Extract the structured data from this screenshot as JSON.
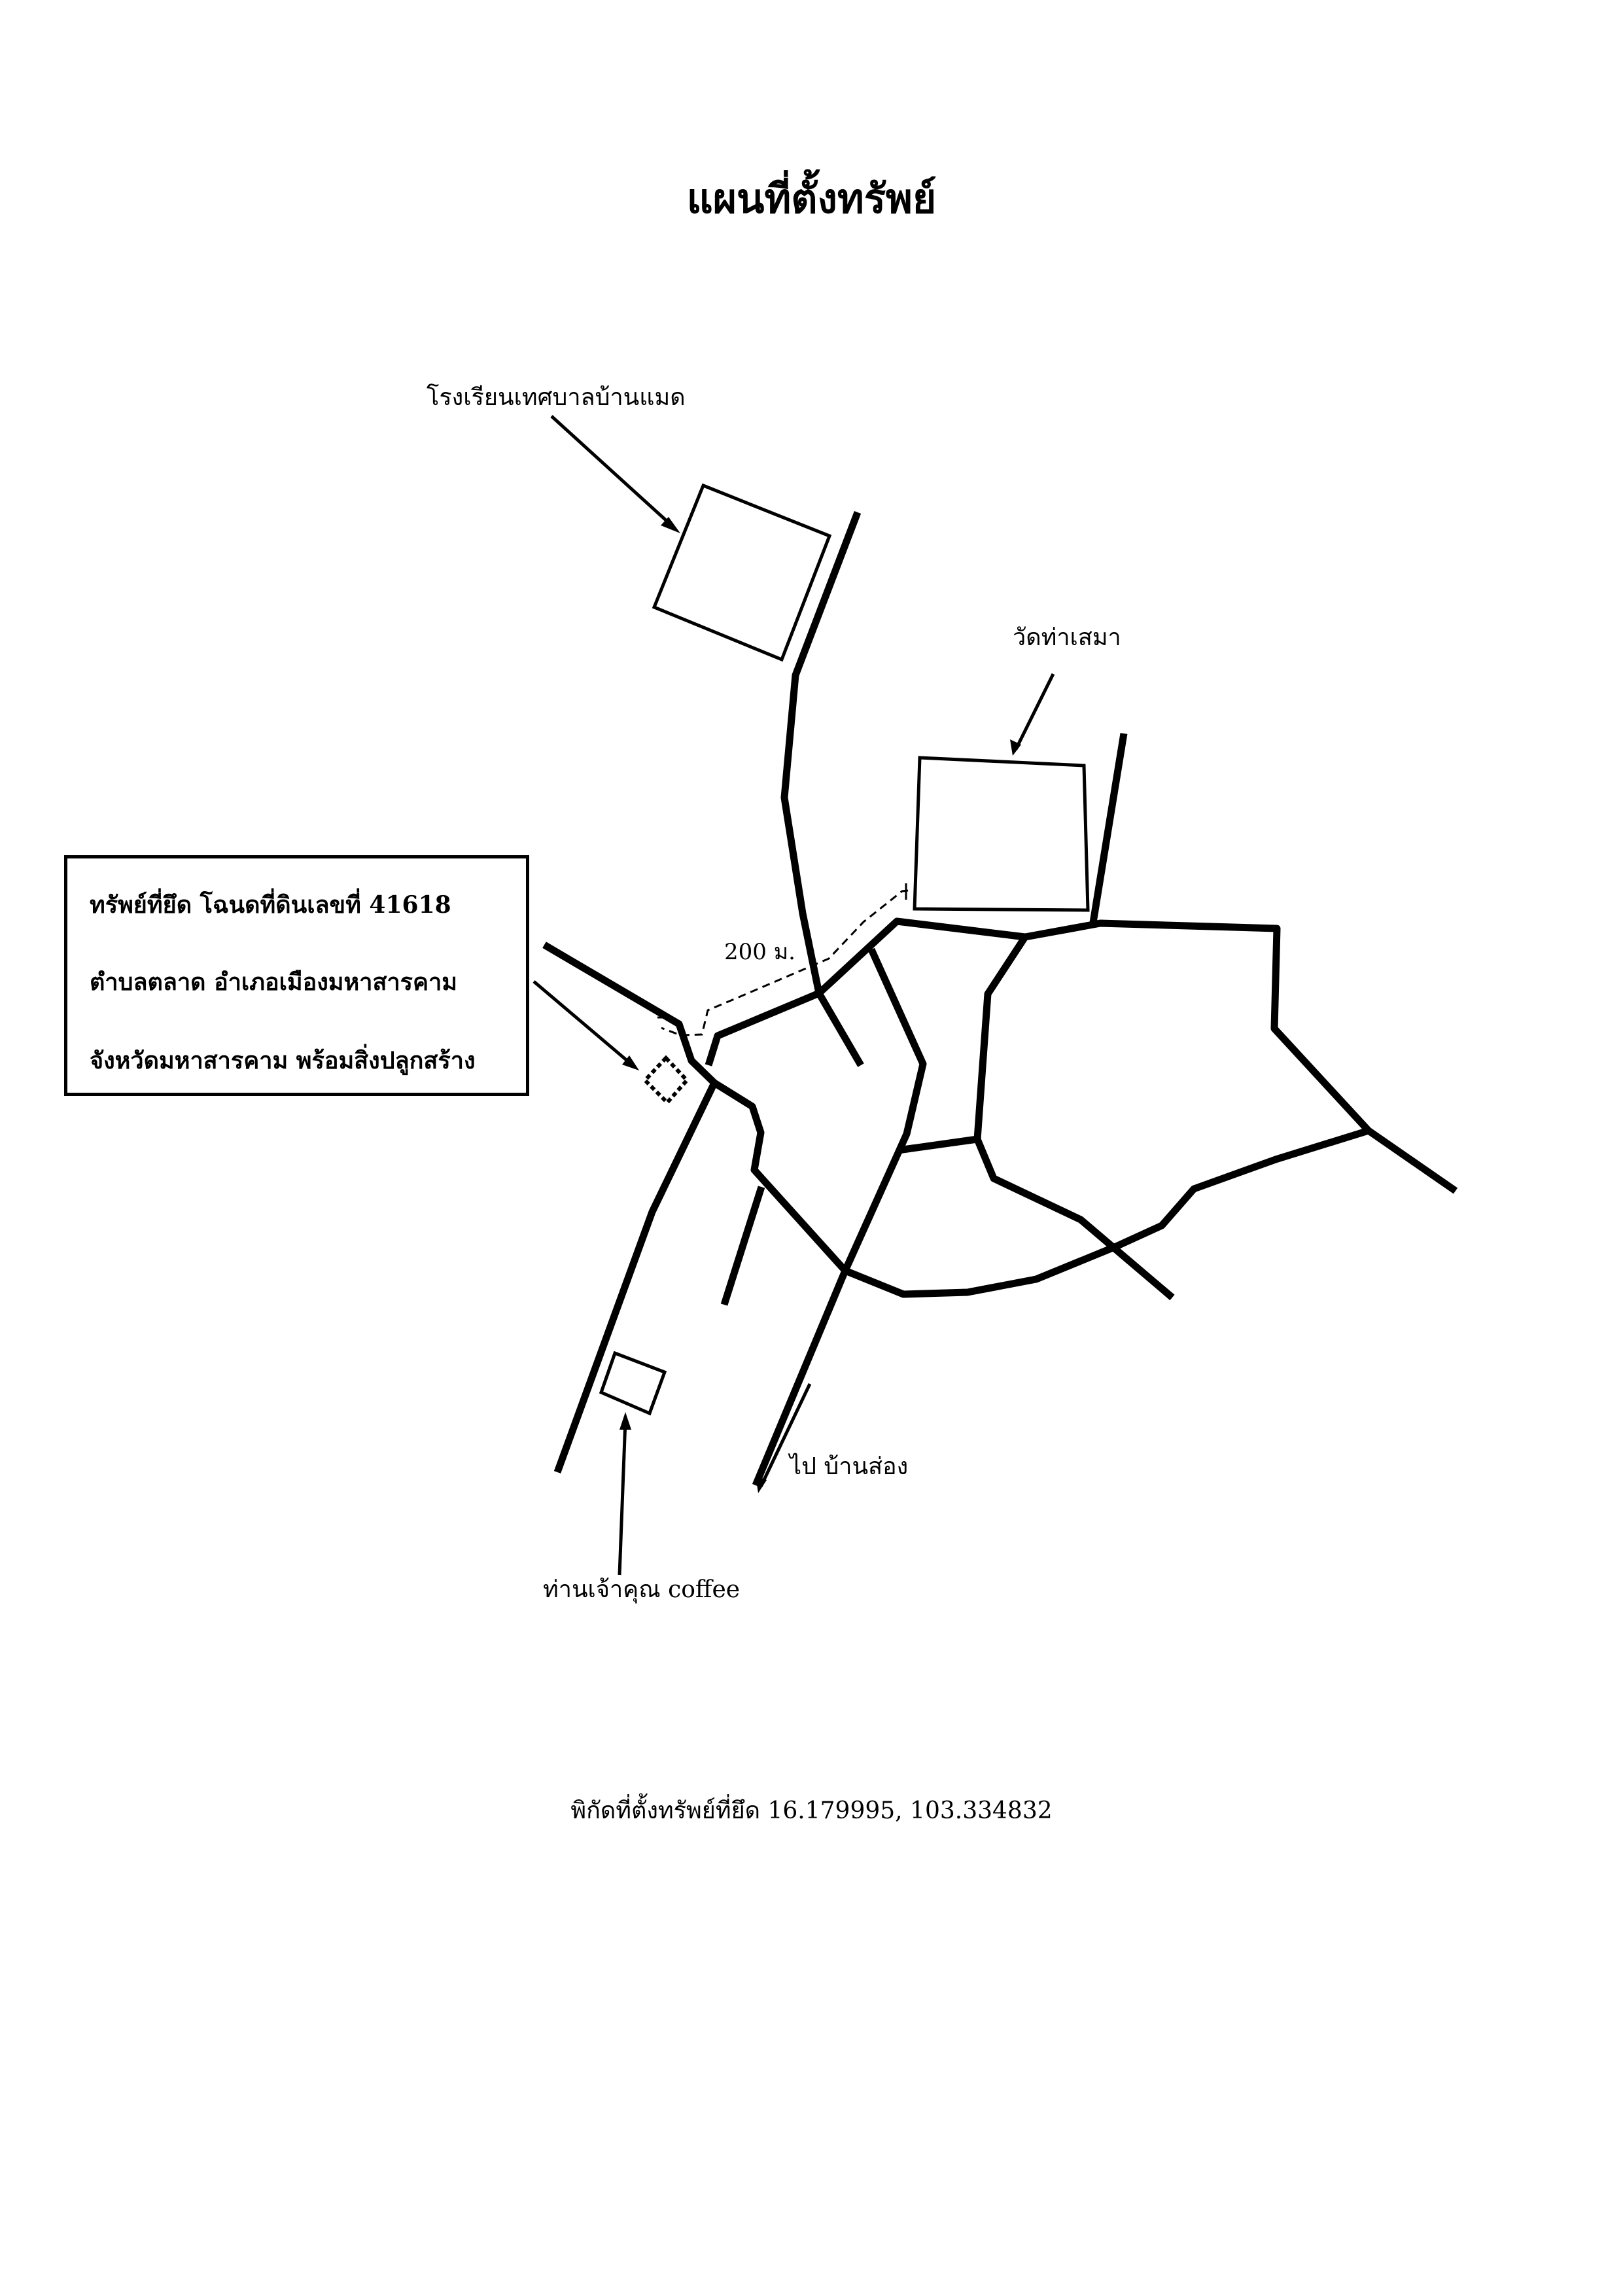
{
  "title": "แผนที่ตั้งทรัพย์",
  "landmarks": {
    "school": "โรงเรียนเทศบาลบ้านแมด",
    "temple": "วัดท่าเสมา",
    "cafe": "ท่านเจ้าคุณ coffee"
  },
  "distance_label": "200 ม.",
  "direction_label": "ไป บ้านส่อง",
  "property_info": {
    "line1": "ทรัพย์ที่ยึด โฉนดที่ดินเลขที่ 41618",
    "line2": "ตำบลตลาด อำเภอเมืองมหาสารคาม",
    "line3": "จังหวัดมหาสารคาม  พร้อมสิ่งปลูกสร้าง"
  },
  "coordinates": "พิกัดที่ตั้งทรัพย์ที่ยึด 16.179995, 103.334832"
}
